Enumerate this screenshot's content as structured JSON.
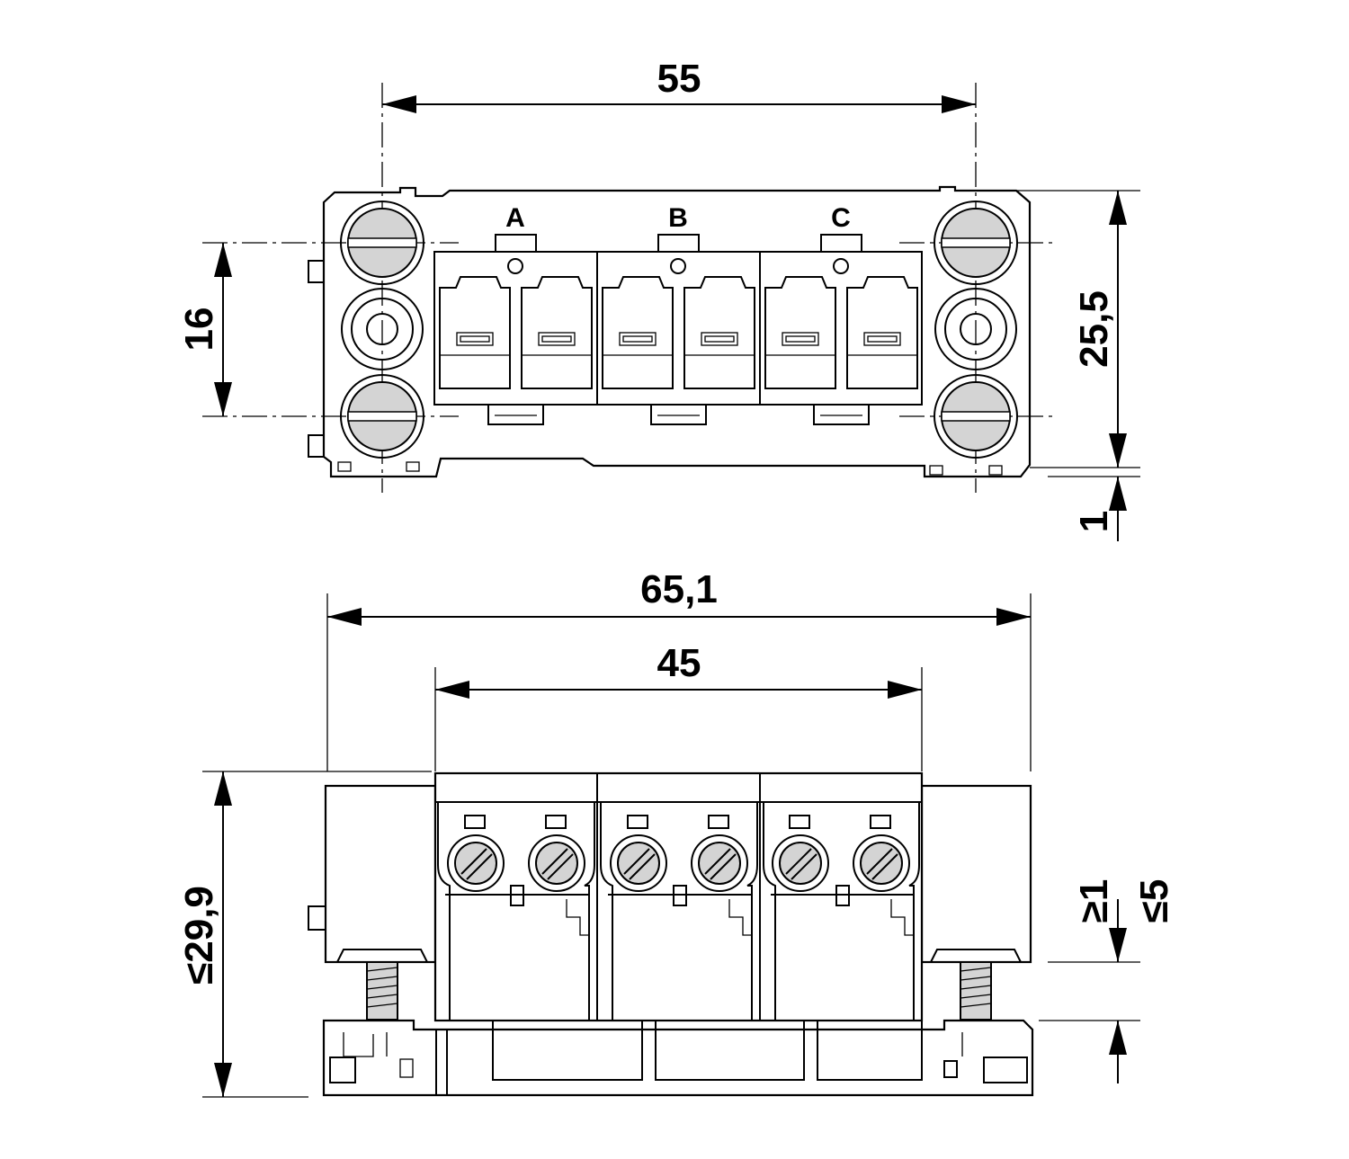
{
  "dimensions": {
    "top_width": "55",
    "top_height": "25,5",
    "top_offset": "1",
    "top_pitch": "16",
    "bottom_overall_width": "65,1",
    "bottom_module_width": "45",
    "bottom_height": "≤29,9",
    "clamp_min_label": "≥1",
    "clamp_max_label": "≤5"
  },
  "module_labels": [
    "A",
    "B",
    "C"
  ]
}
